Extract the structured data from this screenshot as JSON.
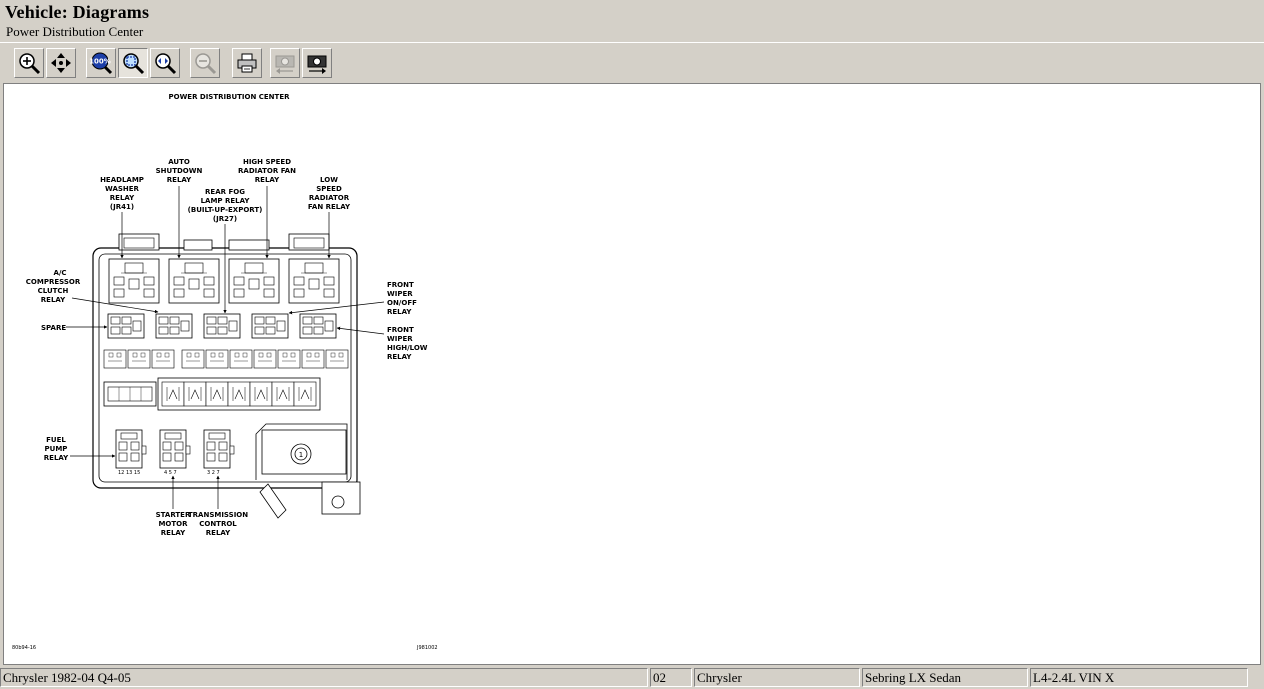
{
  "window": {
    "title": "Vehicle:  Diagrams",
    "subtitle": "Power Distribution Center"
  },
  "toolbar": {
    "buttons": [
      {
        "name": "zoom-in",
        "icon": "magnifier-plus-icon"
      },
      {
        "name": "pan",
        "icon": "four-way-arrow-icon"
      },
      {
        "name": "zoom-100",
        "icon": "zoom-100-icon",
        "label": "100%"
      },
      {
        "name": "zoom-fit",
        "icon": "zoom-fit-icon"
      },
      {
        "name": "zoom-width",
        "icon": "zoom-width-icon"
      },
      {
        "name": "zoom-out",
        "icon": "magnifier-minus-icon"
      },
      {
        "name": "print",
        "icon": "printer-icon"
      },
      {
        "name": "previous-diagram",
        "icon": "camera-back-icon"
      },
      {
        "name": "next-diagram",
        "icon": "camera-forward-icon"
      }
    ]
  },
  "diagram": {
    "title": "POWER DISTRIBUTION CENTER",
    "labels": {
      "headlamp_washer": [
        "HEADLAMP",
        "WASHER",
        "RELAY",
        "(JR41)"
      ],
      "auto_shutdown": [
        "AUTO",
        "SHUTDOWN",
        "RELAY"
      ],
      "rear_fog": [
        "REAR FOG",
        "LAMP RELAY",
        "(BUILT-UP-EXPORT)",
        "(JR27)"
      ],
      "high_speed_fan": [
        "HIGH SPEED",
        "RADIATOR FAN",
        "RELAY"
      ],
      "low_speed_fan": [
        "LOW",
        "SPEED",
        "RADIATOR",
        "FAN RELAY"
      ],
      "ac_compressor": [
        "A/C",
        "COMPRESSOR",
        "CLUTCH",
        "RELAY"
      ],
      "spare": [
        "SPARE"
      ],
      "front_wiper_onoff": [
        "FRONT",
        "WIPER",
        "ON/OFF",
        "RELAY"
      ],
      "front_wiper_highlow": [
        "FRONT",
        "WIPER",
        "HIGH/LOW",
        "RELAY"
      ],
      "fuel_pump": [
        "FUEL",
        "PUMP",
        "RELAY"
      ],
      "starter_motor": [
        "STARTER",
        "MOTOR",
        "RELAY"
      ],
      "transmission_control": [
        "TRANSMISSION",
        "CONTROL",
        "RELAY"
      ]
    },
    "footnote_left": "80b94-16",
    "footnote_right": "J981002"
  },
  "status": {
    "panels": [
      "Chrysler 1982-04 Q4-05",
      "02",
      "Chrysler",
      "Sebring LX Sedan",
      "L4-2.4L VIN X"
    ]
  }
}
